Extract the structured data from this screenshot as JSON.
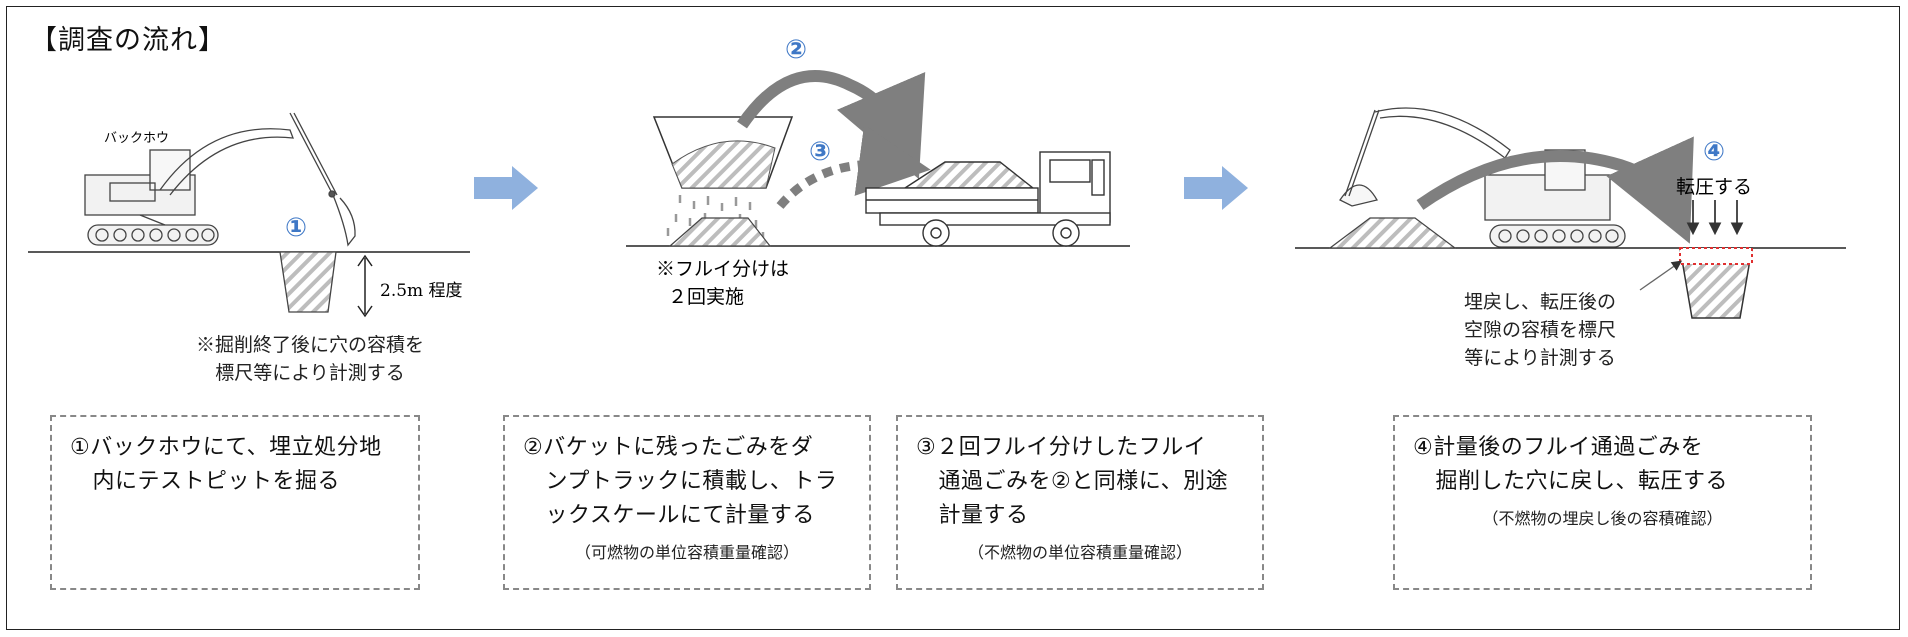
{
  "title": "【調査の流れ】",
  "backhoe_label": "バックホウ",
  "depth_label": "2.5m 程度",
  "note_dig_line1": "※掘削終了後に穴の容積を",
  "note_dig_line2": "標尺等により計測する",
  "note_sieve_line1": "※フルイ分けは",
  "note_sieve_line2": "２回実施",
  "compact_label": "転圧する",
  "note_backfill_line1": "埋戻し、転圧後の",
  "note_backfill_line2": "空隙の容積を標尺",
  "note_backfill_line3": "等により計測する",
  "markers": {
    "m1": "①",
    "m2": "②",
    "m3": "③",
    "m4": "④"
  },
  "steps": [
    {
      "text": "①バックホウにて、埋立処分地\n　内にテストピットを掘る",
      "sub": ""
    },
    {
      "text": "②バケットに残ったごみをダ\n　ンプトラックに積載し、トラ\n　ックスケールにて計量する",
      "sub": "（可燃物の単位容積重量確認）"
    },
    {
      "text": "③２回フルイ分けしたフルイ\n　通過ごみを②と同様に、別途\n　計量する",
      "sub": "（不燃物の単位容積重量確認）"
    },
    {
      "text": "④計量後のフルイ通過ごみを\n　掘削した穴に戻し、転圧する",
      "sub": "（不燃物の埋戻し後の容積確認）"
    }
  ],
  "colors": {
    "accent_blue": "#3f78c6",
    "arrow_blue": "#8fb1de",
    "arrow_grey": "#7f7f7f",
    "red_dotted": "#e03030"
  }
}
